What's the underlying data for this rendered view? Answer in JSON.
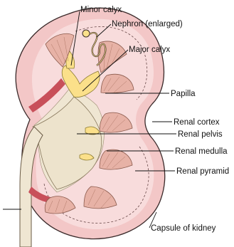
{
  "colors": {
    "capsule": "#f3c7c7",
    "capsule_outline": "#3a2a2a",
    "cortex": "#f8dcdc",
    "pyramid": "#e7b2a6",
    "pyramid_stroke": "#8a5a4c",
    "pelvis": "#f2ead6",
    "pelvis_shade": "#e6d8bd",
    "calyx_yellow": "#fbe08a",
    "vessel": "#c8505a",
    "ureter": "#efe6d2",
    "leader": "#111111"
  },
  "labels": {
    "minor_calyx": "Minor calyx",
    "nephron": "Nephron (enlarged)",
    "major_calyx": "Major calyx",
    "papilla": "Papilla",
    "renal_cortex": "Renal cortex",
    "renal_pelvis": "Renal pelvis",
    "renal_medulla": "Renal medulla",
    "renal_pyramid": "Renal pyramid",
    "capsule": "Capsule of kidney"
  }
}
